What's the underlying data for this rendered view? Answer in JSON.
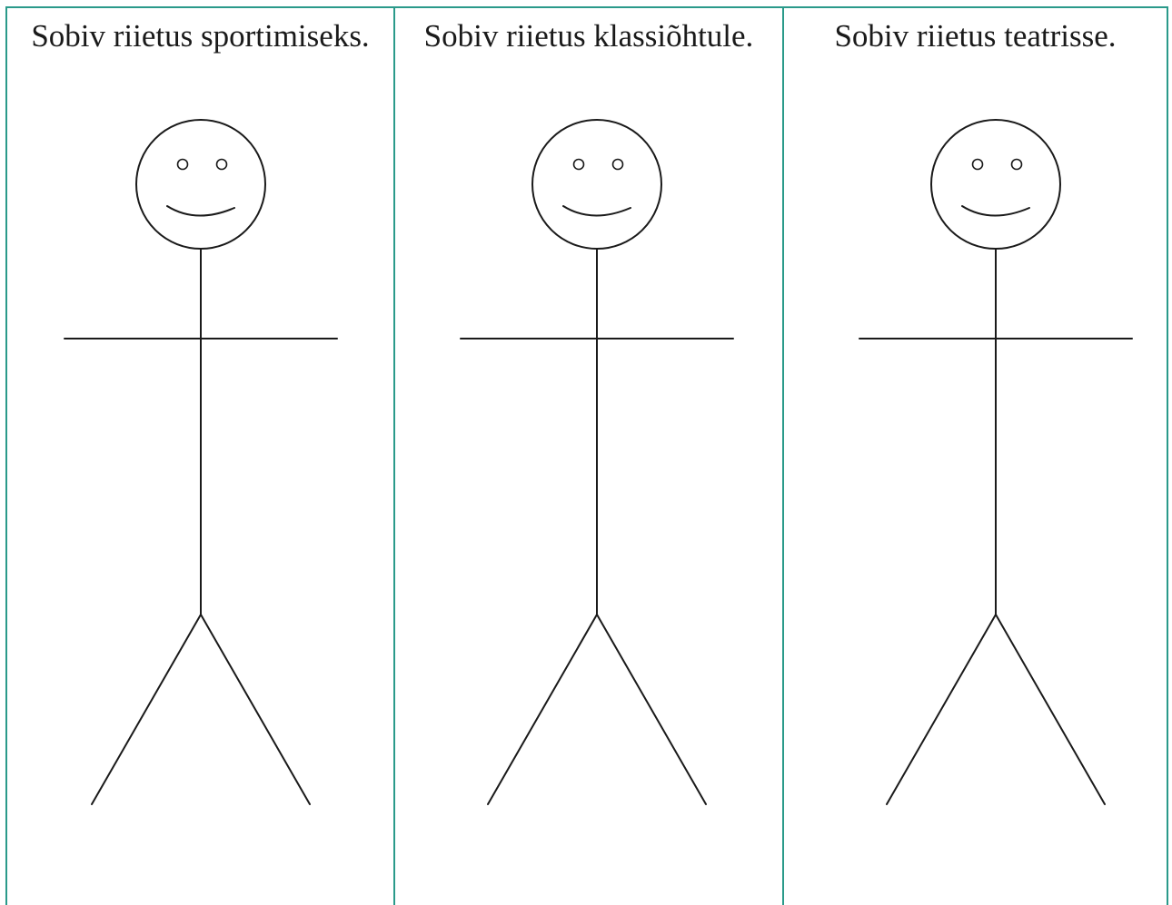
{
  "worksheet": {
    "panels": [
      {
        "caption": "Sobiv riietus sportimiseks."
      },
      {
        "caption": "Sobiv riietus klassiõhtule."
      },
      {
        "caption": "Sobiv riietus teatrisse."
      }
    ]
  },
  "colors": {
    "frame": "#2a9a8a",
    "line": "#1a1a1a"
  }
}
